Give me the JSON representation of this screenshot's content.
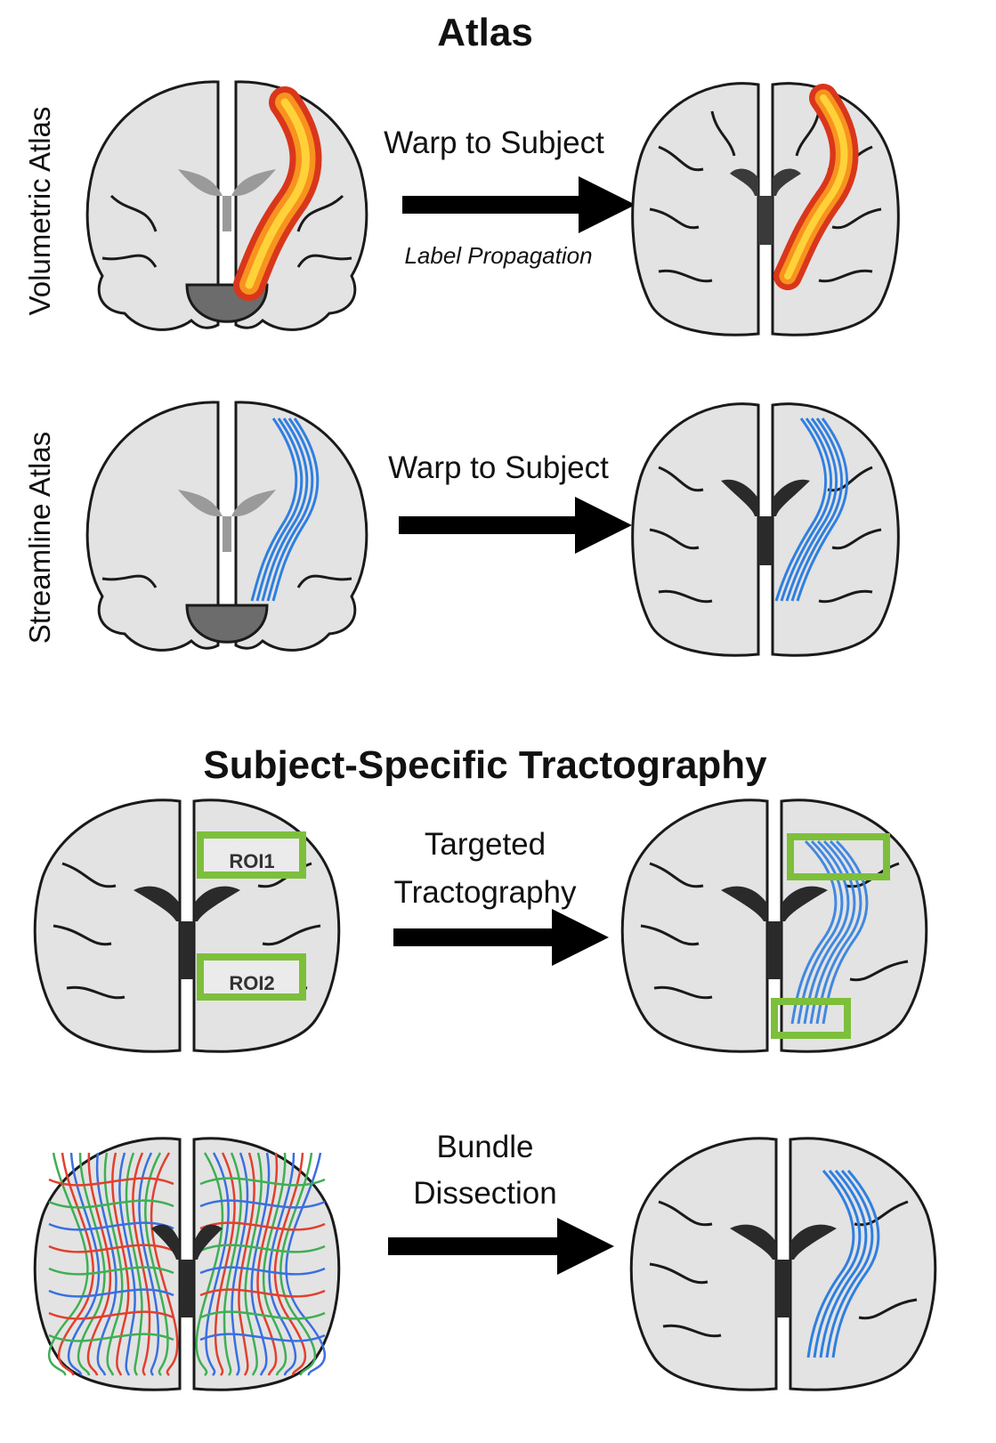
{
  "atlas_section": {
    "title": "Atlas",
    "volumetric": {
      "side_label": "Volumetric Atlas",
      "arrow_label": "Warp to Subject",
      "arrow_sublabel": "Label Propagation"
    },
    "streamline": {
      "side_label": "Streamline Atlas",
      "arrow_label": "Warp to Subject"
    }
  },
  "tractography_section": {
    "title": "Subject-Specific Tractography",
    "targeted": {
      "arrow_label_line1": "Targeted",
      "arrow_label_line2": "Tractography",
      "roi1": "ROI1",
      "roi2": "ROI2"
    },
    "dissection": {
      "arrow_label_line1": "Bundle",
      "arrow_label_line2": "Dissection"
    }
  },
  "colors": {
    "brain_fill": "#e6e6e6",
    "brain_outline": "#1a1a1a",
    "ventricle": "#222222",
    "heat_outer": "#d9361b",
    "heat_inner": "#ffd23a",
    "streamline_blue": "#2f7fe0",
    "roi_green": "#7dbf3a",
    "fiber_red": "#e2402e",
    "fiber_green": "#3fae55",
    "fiber_blue": "#3a6fe0"
  }
}
